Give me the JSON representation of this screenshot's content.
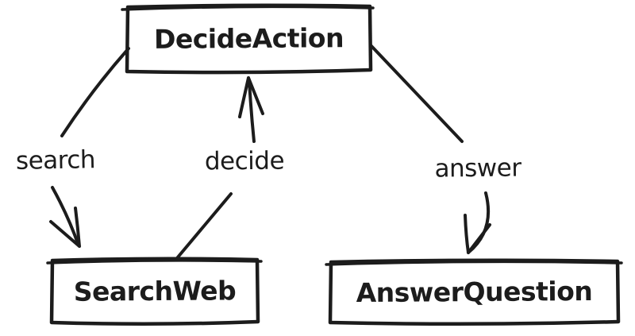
{
  "diagram": {
    "background_color": "#ffffff",
    "stroke_color": "#1c1c1c",
    "style": "hand-drawn flowchart",
    "nodes": [
      {
        "id": "decide-action",
        "label": "DecideAction"
      },
      {
        "id": "search-web",
        "label": "SearchWeb"
      },
      {
        "id": "answer-question",
        "label": "AnswerQuestion"
      }
    ],
    "edges": [
      {
        "id": "search",
        "label": "search",
        "from": "DecideAction",
        "to": "SearchWeb",
        "direction": "down-left arrow into SearchWeb"
      },
      {
        "id": "decide",
        "label": "decide",
        "from": "SearchWeb",
        "to": "DecideAction",
        "direction": "up arrow into DecideAction"
      },
      {
        "id": "answer",
        "label": "answer",
        "from": "DecideAction",
        "to": "AnswerQuestion",
        "direction": "down-right arrow into AnswerQuestion"
      }
    ]
  }
}
